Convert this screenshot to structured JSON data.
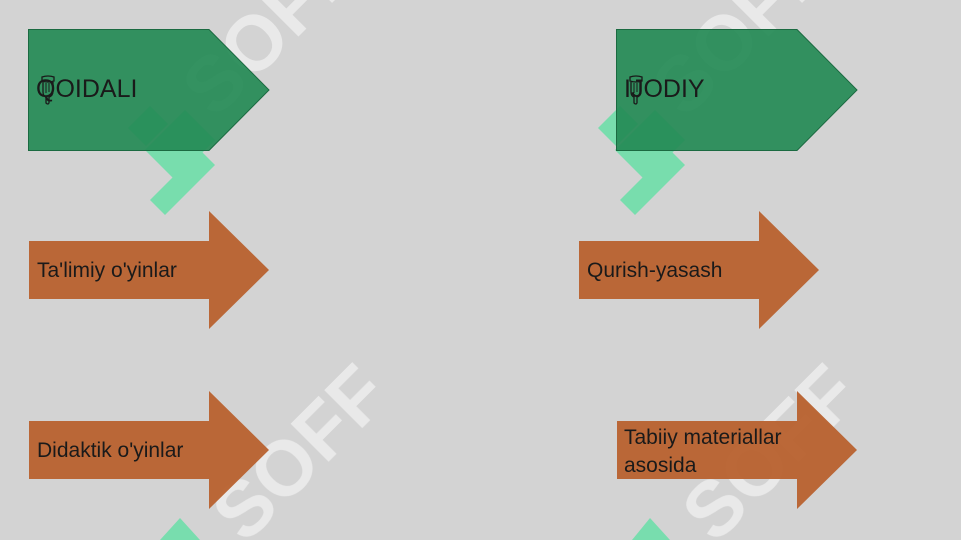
{
  "slide": {
    "headers": [
      {
        "label": "QOIDALI",
        "icon": "pointing-hand-icon"
      },
      {
        "label": "IJODIY",
        "icon": "pointing-hand-icon"
      }
    ],
    "arrows": [
      {
        "label": "Ta'limiy o'yinlar"
      },
      {
        "label": "Qurish-yasash"
      },
      {
        "label": "Didaktik o'yinlar"
      },
      {
        "label_line1": "Tabiiy materiallar",
        "label_line2": "asosida"
      }
    ]
  },
  "watermark": {
    "text": "SOFF"
  },
  "colors": {
    "background": "#d3d3d3",
    "header_fill": "#248a55",
    "header_stroke": "#1b6a41",
    "arrow_fill": "#b8612e",
    "watermark": "#ffffff",
    "watermark_green": "#2ee68f"
  }
}
